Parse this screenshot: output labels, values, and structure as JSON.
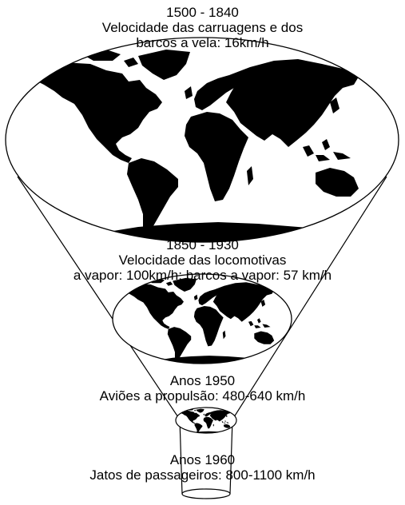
{
  "eras": [
    {
      "period": "1500 - 1840",
      "line1": "Velocidade das carruagens e dos",
      "line2": "barcos a vela: 16km/h"
    },
    {
      "period": "1850 - 1930",
      "line1": "Velocidade das locomotivas",
      "line2": "a vapor: 100km/h; barcos a vapor: 57 km/h"
    },
    {
      "period": "Anos 1950",
      "line1": "Aviões a propulsão: 480-640 km/h"
    },
    {
      "period": "Anos 1960",
      "line1": "Jatos de passageiros: 800-1100 km/h"
    }
  ],
  "colors": {
    "ink": "#000000",
    "paper": "#ffffff"
  },
  "icons": [
    "world-map-icon"
  ]
}
